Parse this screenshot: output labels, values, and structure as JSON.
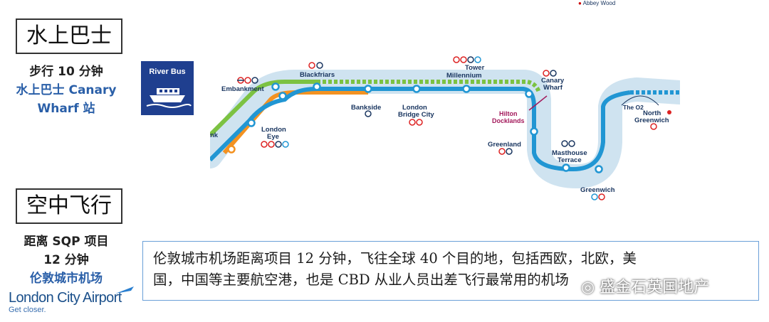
{
  "river_bus_section": {
    "title": "水上巴士",
    "walk_time": "步行 10 分钟",
    "station_line1": "水上巴士 Canary",
    "station_line2": "Wharf 站",
    "logo_text": "River Bus"
  },
  "air_section": {
    "title": "空中飞行",
    "distance_line1": "距离 SQP 项目",
    "distance_line2": "12 分钟",
    "airport_name": "伦敦城市机场",
    "logo_text": "London City Airport",
    "logo_tagline": "Get closer."
  },
  "map": {
    "top_snippet_right": "Abbey Wood",
    "stops": {
      "embankment": "Embankment",
      "blackfriars": "Blackfriars",
      "tower": "Tower",
      "millennium": "Millennium",
      "canary": "Canary",
      "wharf": "Wharf",
      "london": "London",
      "eye": "Eye",
      "bankside": "Bankside",
      "london_b": "London",
      "bridge_city": "Bridge City",
      "hilton": "Hilton",
      "docklands": "Docklands",
      "greenland": "Greenland",
      "masthouse": "Masthouse",
      "terrace": "Terrace",
      "greenwich": "Greenwich",
      "the_o2": "The O2",
      "north": "North",
      "north_greenwich": "Greenwich",
      "edge_fragment": "nk"
    },
    "colors": {
      "river": "#cfe3f0",
      "blue_route": "#2196d3",
      "green_route": "#7cc242",
      "orange_route": "#f39221",
      "hilton_link": "#a3195b"
    }
  },
  "info_box": {
    "line1": "伦敦城市机场距离项目 12 分钟，飞往全球 40 个目的地，包括西欧，北欧，美",
    "line2": "国，中国等主要航空港，也是 CBD 从业人员出差飞行最常用的机场"
  },
  "watermark": "盛金石英国地产"
}
